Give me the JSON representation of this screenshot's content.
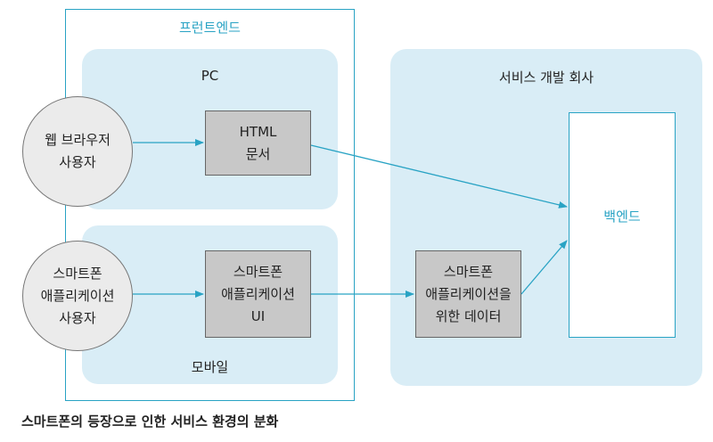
{
  "frontend": {
    "title": "프런트엔드"
  },
  "pc_panel": {
    "title": "PC"
  },
  "mobile_panel": {
    "title": "모바일"
  },
  "company_panel": {
    "title": "서비스 개발 회사"
  },
  "web_user": {
    "line1": "웹 브라우저",
    "line2": "사용자"
  },
  "html_doc": {
    "line1": "HTML",
    "line2": "문서"
  },
  "smartphone_user": {
    "line1": "스마트폰",
    "line2": "애플리케이션",
    "line3": "사용자"
  },
  "smartphone_app_ui": {
    "line1": "스마트폰",
    "line2": "애플리케이션",
    "line3": "UI"
  },
  "app_data": {
    "line1": "스마트폰",
    "line2": "애플리케이션을",
    "line3": "위한 데이터"
  },
  "backend": {
    "label": "백엔드"
  },
  "caption": "스마트폰의 등장으로 인한 서비스 환경의 분화",
  "colors": {
    "accent": "#29a3c4",
    "panel": "#d9edf6",
    "box": "#c8c8c8"
  }
}
